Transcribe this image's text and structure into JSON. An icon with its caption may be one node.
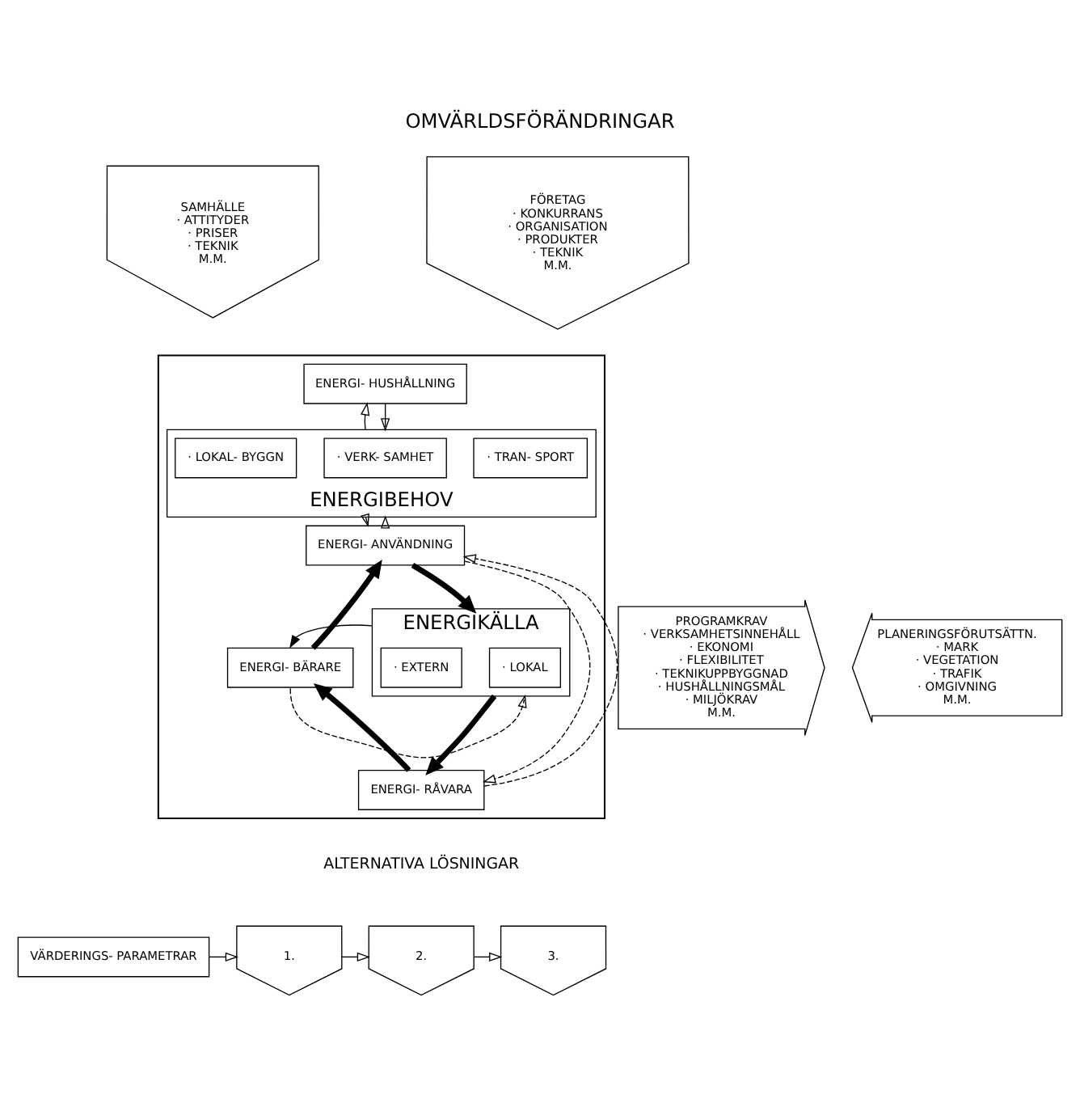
{
  "diagram": {
    "title": "OMVÄRLDSFÖRÄNDRINGAR",
    "nodes": [
      {
        "text": [
          "SAMHÄLLE",
          "· ATTITYDER",
          "· PRISER",
          "· TEKNIK",
          "M.M."
        ]
      },
      {
        "text": [
          "FÖRETAG",
          "· KONKURRANS",
          "· ORGANISATION",
          "· PRODUKTER",
          "· TEKNIK",
          "M.M."
        ]
      },
      {
        "text": [
          "PROGRAMKRAV",
          "· VERKSAMHETSINNEHÅLL",
          "· EKONOMI",
          "· FLEXIBILITET",
          "· TEKNIKUPPBYGGNAD",
          "· HUSHÅLLNINGSMÅL",
          "· MILJÖKRAV",
          "M.M."
        ]
      },
      {
        "text": [],
        "shape": "box"
      },
      {
        "text": [
          "ENERGI- HUSHÅLLNING"
        ],
        "in": 3
      },
      {
        "text": [
          "ENERGIBEHOV"
        ],
        "in": 3
      },
      {
        "text": [
          "· LOKAL- BYGGN"
        ],
        "in": 5
      },
      {
        "text": [
          "· VERK- SAMHET"
        ],
        "in": 5
      },
      {
        "text": [
          "· TRAN- SPORT"
        ],
        "in": 5
      },
      {
        "text": [
          "PLANERINGSFÖRUTSÄTTN.",
          "· MARK",
          "· VEGETATION",
          "· TRAFIK",
          "· OMGIVNING",
          "M.M."
        ]
      },
      {
        "text": [
          "ENERGI- ANVÄNDNING"
        ],
        "in": 3
      },
      {
        "text": [
          "ENERGI- BÄRARE"
        ],
        "in": 3
      },
      {
        "text": [
          "ENERGIKÄLLA"
        ],
        "in": 3
      },
      {
        "text": [
          "· LOKAL"
        ],
        "in": 12
      },
      {
        "text": [
          "· EXTERN"
        ],
        "in": 12
      },
      {
        "text": [
          "ENERGI- RÅVARA"
        ],
        "in": 3
      },
      {
        "text": [
          "VÄRDERINGS- PARAMETRAR"
        ]
      },
      {
        "text": [
          "1."
        ]
      },
      {
        "text": [
          "2."
        ]
      },
      {
        "text": [
          "3."
        ]
      }
    ],
    "edges": [
      {
        "from": 4,
        "to": 5,
        "arrow": "to"
      },
      {
        "from": 5,
        "to": 4,
        "arrow": "to"
      },
      {
        "from": 5,
        "to": 10,
        "arrow": "to"
      },
      {
        "from": 10,
        "to": 5,
        "arrow": "to"
      },
      {
        "from": 10,
        "to": 15,
        "arrow": "to",
        "style": "dashed"
      },
      {
        "from": 15,
        "to": 10,
        "arrow": "to",
        "style": "dashed"
      },
      {
        "from": 11,
        "to": 12,
        "arrow": "to",
        "style": "dashed"
      },
      {
        "from": 12,
        "to": 11,
        "arrow": "to"
      },
      {
        "from": 11,
        "to": 10,
        "arrow": "to",
        "style": "thick"
      },
      {
        "from": 10,
        "to": 12,
        "arrow": "to",
        "style": "thick"
      },
      {
        "from": 12,
        "to": 15,
        "arrow": "to",
        "style": "thick"
      },
      {
        "from": 15,
        "to": 11,
        "arrow": "to",
        "style": "thick"
      },
      {
        "from": 16,
        "to": 17,
        "arrow": "to"
      },
      {
        "from": 17,
        "to": 18,
        "arrow": "to"
      },
      {
        "from": 18,
        "to": 19,
        "arrow": "to"
      }
    ],
    "labels": [
      "ALTERNATIVA LÖSNINGAR"
    ]
  }
}
